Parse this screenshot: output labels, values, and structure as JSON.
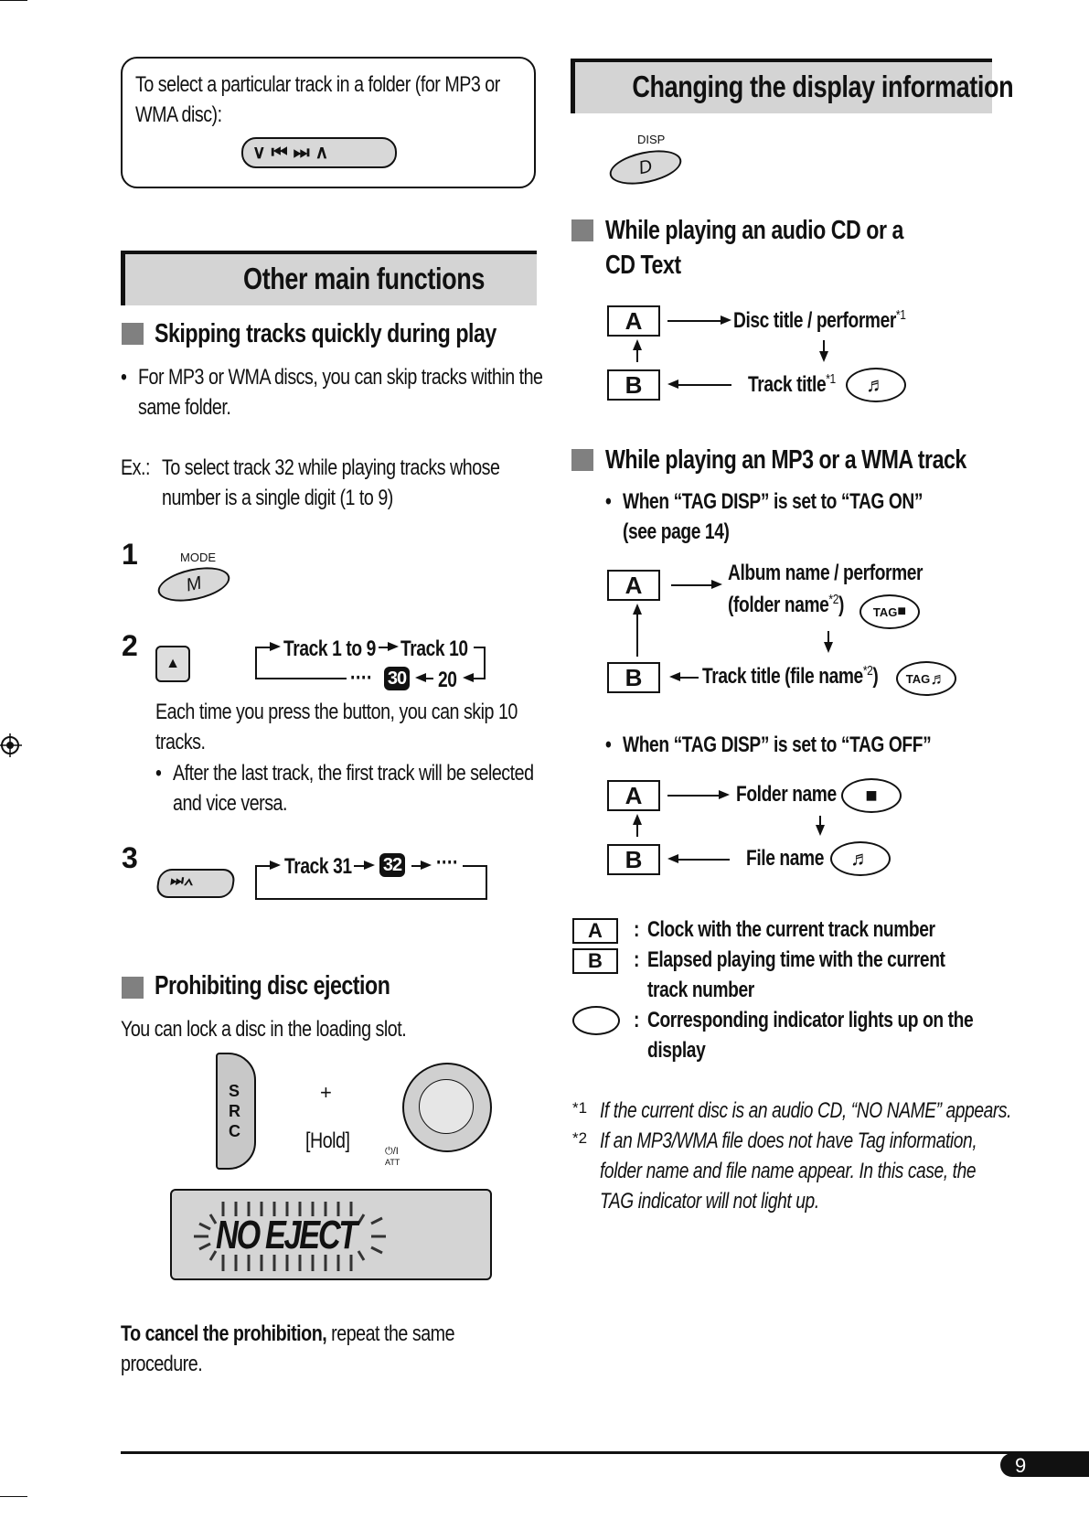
{
  "left": {
    "folder_box": {
      "text_line1": "To select a particular track in a folder (for MP3 or",
      "text_line2": "WMA disc):",
      "control_glyph": "∨⏮⏭∧"
    },
    "section_title": "Other main functions",
    "skip": {
      "heading": "Skipping tracks quickly during play",
      "bullet_line1": "For MP3 or WMA discs, you can skip tracks within the",
      "bullet_line2": "same folder.",
      "ex_label": "Ex.:",
      "ex_line1": "To select track 32 while playing tracks whose",
      "ex_line2": "number is a single digit (1 to 9)",
      "step1": "1",
      "mode_label": "MODE",
      "mode_key": "M",
      "step2": "2",
      "seq_top": "Track 1 to 9",
      "seq_top_right": "Track 10",
      "seq_badge": "30",
      "seq_twenty": "20",
      "dots": "····",
      "each_line1": "Each time you press the button, you can skip 10",
      "each_line2": "tracks.",
      "after_line1": "After the last track, the first track will be selected",
      "after_line2": "and vice versa.",
      "step3": "3",
      "track31": "Track 31",
      "badge32": "32",
      "dots32": "····"
    },
    "prohibit": {
      "heading": "Prohibiting disc ejection",
      "text": "You can lock a disc in the loading slot.",
      "src_letters": [
        "S",
        "R",
        "C"
      ],
      "plus": "+",
      "hold": "[Hold]",
      "att_label": "⏻/I",
      "att_sub": "ATT",
      "display_text": "NO EJECT",
      "cancel_bold": "To cancel the prohibition,",
      "cancel_rest": " repeat the same",
      "cancel_line2": "procedure."
    }
  },
  "right": {
    "section_title": "Changing the display information",
    "disp_label": "DISP",
    "disp_key": "D",
    "cd": {
      "heading_line1": "While playing an audio CD or a",
      "heading_line2": "CD Text",
      "a": "A",
      "b": "B",
      "disc_title": "Disc title / performer",
      "star1": "*1",
      "track_title": "Track title",
      "star1b": "*1"
    },
    "mp3": {
      "heading": "While playing an MP3 or a WMA track",
      "tag_on_line1": "When “TAG DISP” is set to “TAG ON”",
      "tag_on_line2": "(see page 14)",
      "album": "Album name / performer",
      "folder_name": "(folder name",
      "star2": "*2",
      "close_paren": ")",
      "track_file": "Track title (file name",
      "star2b": "*2",
      "close_paren2": ")",
      "tag_label": "TAG",
      "tag_off": "When “TAG DISP” is set to “TAG OFF”",
      "folder": "Folder name",
      "file": "File name"
    },
    "legend": {
      "a_key": "A",
      "b_key": "B",
      "colon": ":",
      "a_text": "Clock with the current track number",
      "b_text1": "Elapsed playing time with the current",
      "b_text2": "track number",
      "oval_text1": "Corresponding indicator lights up on the",
      "oval_text2": "display"
    },
    "notes": {
      "m1": "*1",
      "n1": "If the current disc is an audio CD, “NO NAME” appears.",
      "m2": "*2",
      "n2_line1": "If an MP3/WMA file does not have Tag information,",
      "n2_line2": "folder name and file name appear. In this case, the",
      "n2_line3": "TAG indicator will not light up."
    }
  },
  "footer": {
    "page_number": "9"
  },
  "icons": {
    "music": "♬",
    "folder": "■",
    "up_arrow": "▲"
  }
}
